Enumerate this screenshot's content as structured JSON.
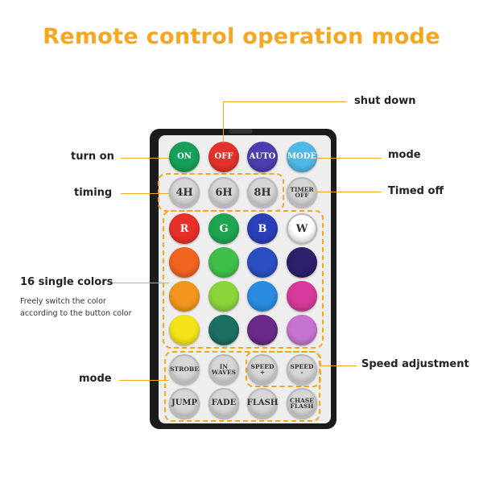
{
  "title": "Remote control operation mode",
  "labels": {
    "shut_down": "shut down",
    "turn_on": "turn on",
    "mode_top": "mode",
    "timing": "timing",
    "timed_off": "Timed off",
    "single_colors": "16 single colors",
    "freely_line1": "Freely switch the color",
    "freely_line2": "according to the button color",
    "mode_bottom": "mode",
    "speed_adjustment": "Speed adjustment"
  },
  "buttons": {
    "on": "ON",
    "off": "OFF",
    "auto": "AUTO",
    "mode": "MODE",
    "h4": "4H",
    "h6": "6H",
    "h8": "8H",
    "timer_l1": "TIMER",
    "timer_l2": "OFF",
    "r": "R",
    "g": "G",
    "b": "B",
    "w": "W",
    "strobe": "STROBE",
    "in_l1": "IN",
    "in_l2": "WAVES",
    "speed_plus_l1": "SPEED",
    "speed_plus_l2": "+",
    "speed_minus_l1": "SPEED",
    "speed_minus_l2": "-",
    "jump": "JUMP",
    "fade": "FADE",
    "flash": "FLASH",
    "chase_l1": "CHASE",
    "chase_l2": "FLASH"
  },
  "colors": {
    "accent": "#f5a623",
    "on_button": "#16a05a",
    "off_button": "#e5312b",
    "auto_button": "#4b3fb0",
    "mode_button": "#4fb8e6",
    "color_grid": [
      [
        "#e8302a",
        "#1ea550",
        "#2b3fb8",
        "#ffffff"
      ],
      [
        "#f0641e",
        "#3fbf4a",
        "#2a4fc0",
        "#2d1f6b"
      ],
      [
        "#f2951c",
        "#8bd43a",
        "#2b8be0",
        "#d63a9a"
      ],
      [
        "#f3e318",
        "#1b6f63",
        "#6a2a8a",
        "#c673cf"
      ]
    ]
  }
}
